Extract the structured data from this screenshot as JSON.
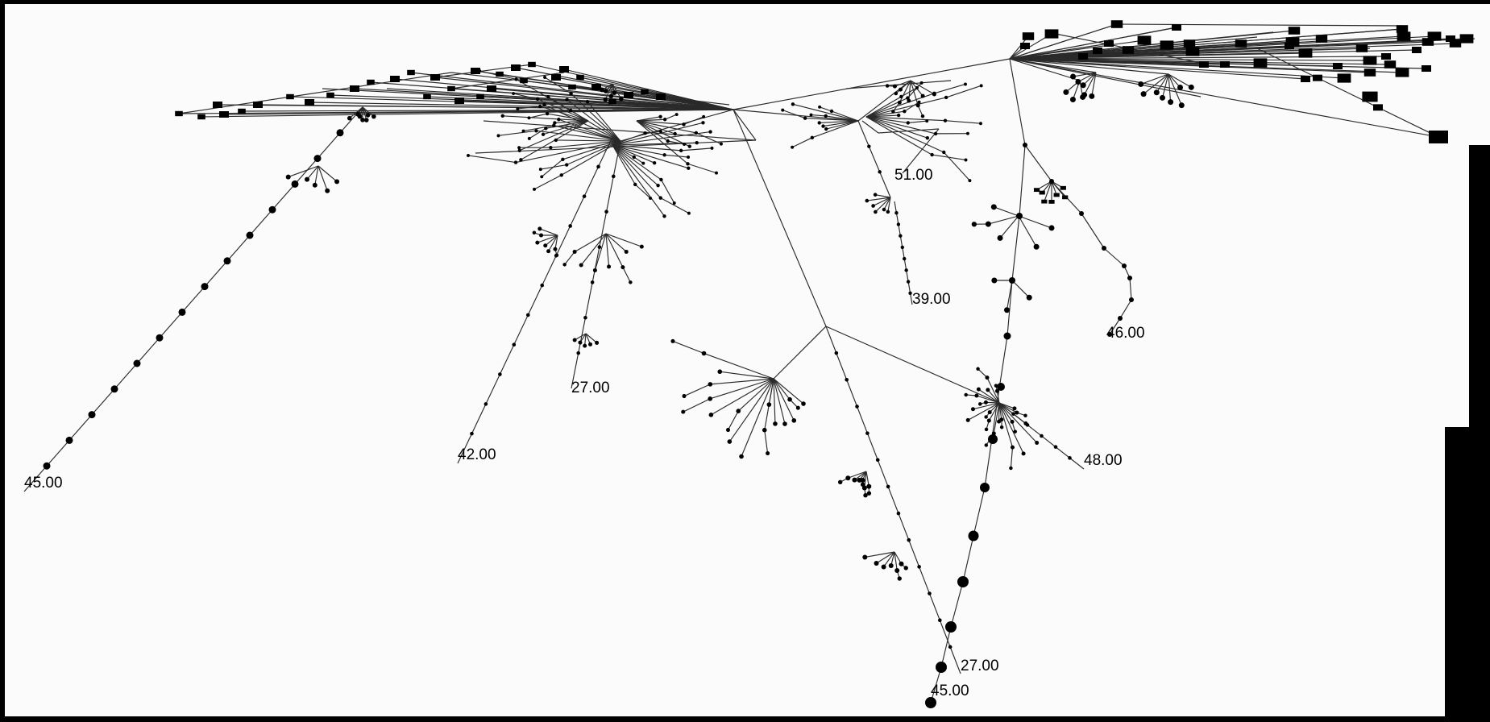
{
  "view": {
    "background": "#fbfbfb",
    "frame_color": "#000000",
    "edge_color": "#2a2a2a",
    "node_color": "#000000"
  },
  "leaf_labels": [
    "45.00",
    "42.00",
    "27.00",
    "51.00",
    "39.00",
    "46.00",
    "48.00",
    "27.00",
    "45.00"
  ]
}
